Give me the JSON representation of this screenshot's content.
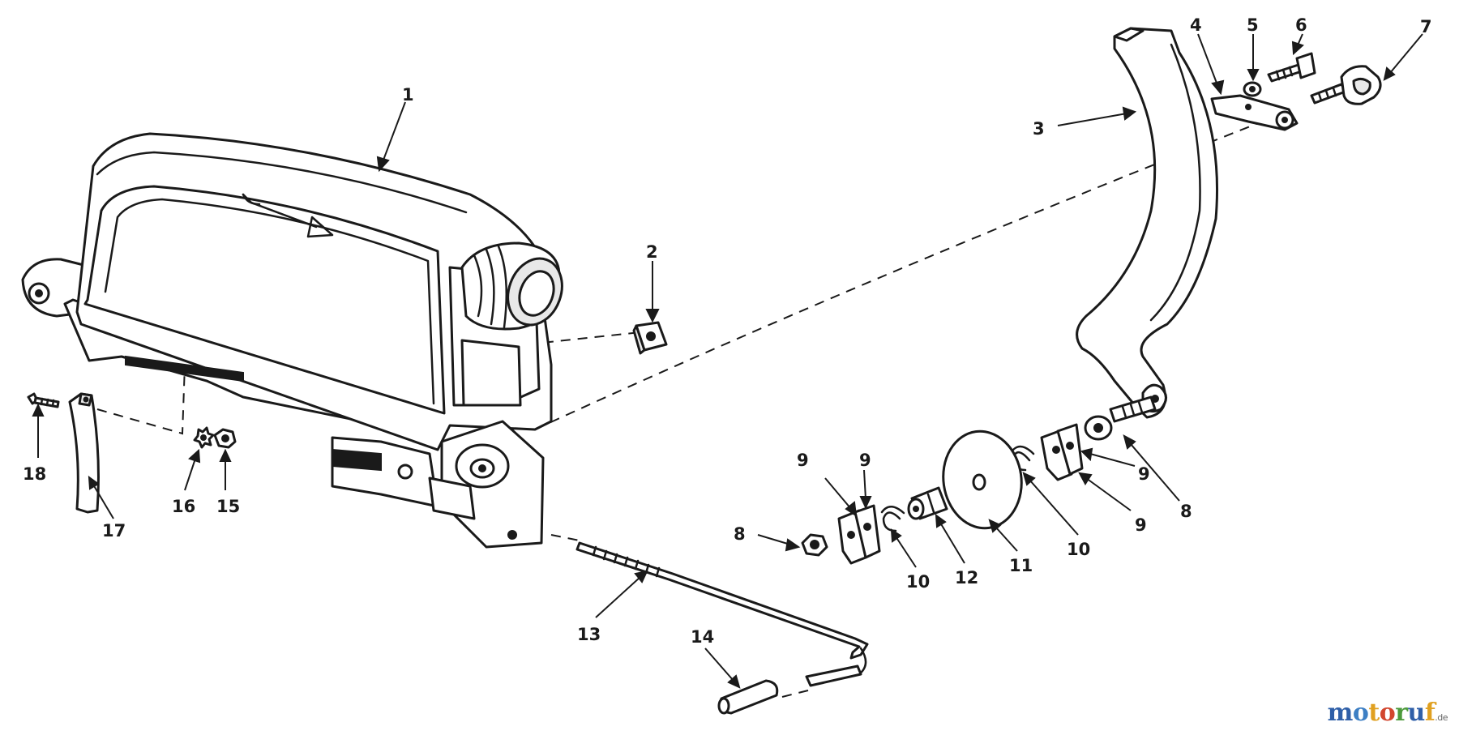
{
  "callouts": [
    {
      "id": "1",
      "label": "1"
    },
    {
      "id": "2",
      "label": "2"
    },
    {
      "id": "3",
      "label": "3"
    },
    {
      "id": "4",
      "label": "4"
    },
    {
      "id": "5",
      "label": "5"
    },
    {
      "id": "6",
      "label": "6"
    },
    {
      "id": "7",
      "label": "7"
    },
    {
      "id": "8a",
      "label": "8"
    },
    {
      "id": "8b",
      "label": "8"
    },
    {
      "id": "9a",
      "label": "9"
    },
    {
      "id": "9b",
      "label": "9"
    },
    {
      "id": "9c",
      "label": "9"
    },
    {
      "id": "9d",
      "label": "9"
    },
    {
      "id": "10a",
      "label": "10"
    },
    {
      "id": "10b",
      "label": "10"
    },
    {
      "id": "11",
      "label": "11"
    },
    {
      "id": "12",
      "label": "12"
    },
    {
      "id": "13",
      "label": "13"
    },
    {
      "id": "14",
      "label": "14"
    },
    {
      "id": "15",
      "label": "15"
    },
    {
      "id": "16",
      "label": "16"
    },
    {
      "id": "17",
      "label": "17"
    },
    {
      "id": "18",
      "label": "18"
    }
  ],
  "watermark": {
    "letters": [
      "m",
      "o",
      "t",
      "o",
      "r",
      "u",
      "f"
    ],
    "letter_colors": [
      "#2f5fa8",
      "#3d7fc4",
      "#e0a020",
      "#d2462e",
      "#4c9a3c",
      "#2f5fa8",
      "#e0a020"
    ],
    "suffix": ".de"
  }
}
